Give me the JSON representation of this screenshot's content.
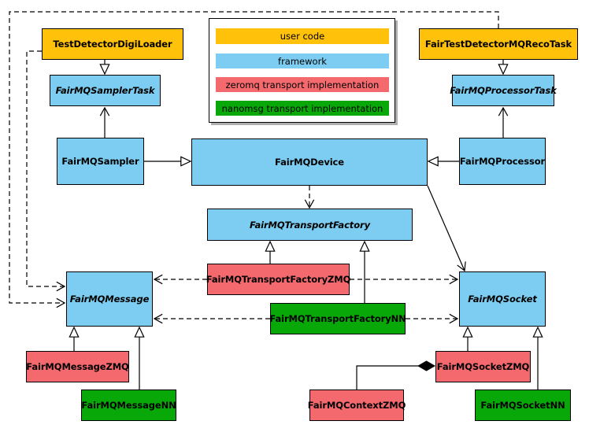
{
  "legend": {
    "items": [
      {
        "label": "user code",
        "color": "#FFC10A"
      },
      {
        "label": "framework",
        "color": "#7CCDF1"
      },
      {
        "label": "zeromq transport implementation",
        "color": "#F4696D"
      },
      {
        "label": "nanomsg transport implementation",
        "color": "#09A809"
      }
    ]
  },
  "nodes": {
    "test_detector_digi_loader": {
      "label": "TestDetectorDigiLoader",
      "category": "user code",
      "color": "#FFC10A",
      "abstract": false
    },
    "fair_test_detector_mq_reco_task": {
      "label": "FairTestDetectorMQRecoTask",
      "category": "user code",
      "color": "#FFC10A",
      "abstract": false
    },
    "fairmq_sampler_task": {
      "label": "FairMQSamplerTask",
      "category": "framework",
      "color": "#7CCDF1",
      "abstract": true
    },
    "fairmq_processor_task": {
      "label": "FairMQProcessorTask",
      "category": "framework",
      "color": "#7CCDF1",
      "abstract": true
    },
    "fairmq_sampler": {
      "label": "FairMQSampler",
      "category": "framework",
      "color": "#7CCDF1",
      "abstract": false
    },
    "fairmq_device": {
      "label": "FairMQDevice",
      "category": "framework",
      "color": "#7CCDF1",
      "abstract": false
    },
    "fairmq_processor": {
      "label": "FairMQProcessor",
      "category": "framework",
      "color": "#7CCDF1",
      "abstract": false
    },
    "fairmq_transport_factory": {
      "label": "FairMQTransportFactory",
      "category": "framework",
      "color": "#7CCDF1",
      "abstract": true
    },
    "fairmq_transport_factory_zmq": {
      "label": "FairMQTransportFactoryZMQ",
      "category": "zeromq",
      "color": "#F4696D",
      "abstract": false
    },
    "fairmq_transport_factory_nn": {
      "label": "FairMQTransportFactoryNN",
      "category": "nanomsg",
      "color": "#09A809",
      "abstract": false
    },
    "fairmq_message": {
      "label": "FairMQMessage",
      "category": "framework",
      "color": "#7CCDF1",
      "abstract": true
    },
    "fairmq_socket": {
      "label": "FairMQSocket",
      "category": "framework",
      "color": "#7CCDF1",
      "abstract": true
    },
    "fairmq_message_zmq": {
      "label": "FairMQMessageZMQ",
      "category": "zeromq",
      "color": "#F4696D",
      "abstract": false
    },
    "fairmq_message_nn": {
      "label": "FairMQMessageNN",
      "category": "nanomsg",
      "color": "#09A809",
      "abstract": false
    },
    "fairmq_socket_zmq": {
      "label": "FairMQSocketZMQ",
      "category": "zeromq",
      "color": "#F4696D",
      "abstract": false
    },
    "fairmq_socket_nn": {
      "label": "FairMQSocketNN",
      "category": "nanomsg",
      "color": "#09A809",
      "abstract": false
    },
    "fairmq_context_zmq": {
      "label": "FairMQContextZMQ",
      "category": "zeromq",
      "color": "#F4696D",
      "abstract": false
    }
  },
  "edges": [
    {
      "from": "TestDetectorDigiLoader",
      "to": "FairMQSamplerTask",
      "type": "inheritance"
    },
    {
      "from": "FairTestDetectorMQRecoTask",
      "to": "FairMQProcessorTask",
      "type": "inheritance"
    },
    {
      "from": "FairMQSampler",
      "to": "FairMQDevice",
      "type": "inheritance"
    },
    {
      "from": "FairMQProcessor",
      "to": "FairMQDevice",
      "type": "inheritance"
    },
    {
      "from": "FairMQSampler",
      "to": "FairMQSamplerTask",
      "type": "association"
    },
    {
      "from": "FairMQProcessor",
      "to": "FairMQProcessorTask",
      "type": "association"
    },
    {
      "from": "FairMQDevice",
      "to": "FairMQTransportFactory",
      "type": "dependency"
    },
    {
      "from": "FairMQDevice",
      "to": "FairMQSocket",
      "type": "association"
    },
    {
      "from": "FairMQTransportFactoryZMQ",
      "to": "FairMQTransportFactory",
      "type": "inheritance"
    },
    {
      "from": "FairMQTransportFactoryNN",
      "to": "FairMQTransportFactory",
      "type": "inheritance"
    },
    {
      "from": "FairMQTransportFactoryZMQ",
      "to": "FairMQMessage",
      "type": "dependency"
    },
    {
      "from": "FairMQTransportFactoryZMQ",
      "to": "FairMQSocket",
      "type": "dependency"
    },
    {
      "from": "FairMQTransportFactoryNN",
      "to": "FairMQMessage",
      "type": "dependency"
    },
    {
      "from": "FairMQTransportFactoryNN",
      "to": "FairMQSocket",
      "type": "dependency"
    },
    {
      "from": "TestDetectorDigiLoader",
      "to": "FairMQMessage",
      "type": "dependency"
    },
    {
      "from": "FairTestDetectorMQRecoTask",
      "to": "FairMQMessage",
      "type": "dependency"
    },
    {
      "from": "FairMQMessageZMQ",
      "to": "FairMQMessage",
      "type": "inheritance"
    },
    {
      "from": "FairMQMessageNN",
      "to": "FairMQMessage",
      "type": "inheritance"
    },
    {
      "from": "FairMQSocketZMQ",
      "to": "FairMQSocket",
      "type": "inheritance"
    },
    {
      "from": "FairMQSocketNN",
      "to": "FairMQSocket",
      "type": "inheritance"
    },
    {
      "from": "FairMQContextZMQ",
      "to": "FairMQSocketZMQ",
      "type": "composition"
    }
  ]
}
